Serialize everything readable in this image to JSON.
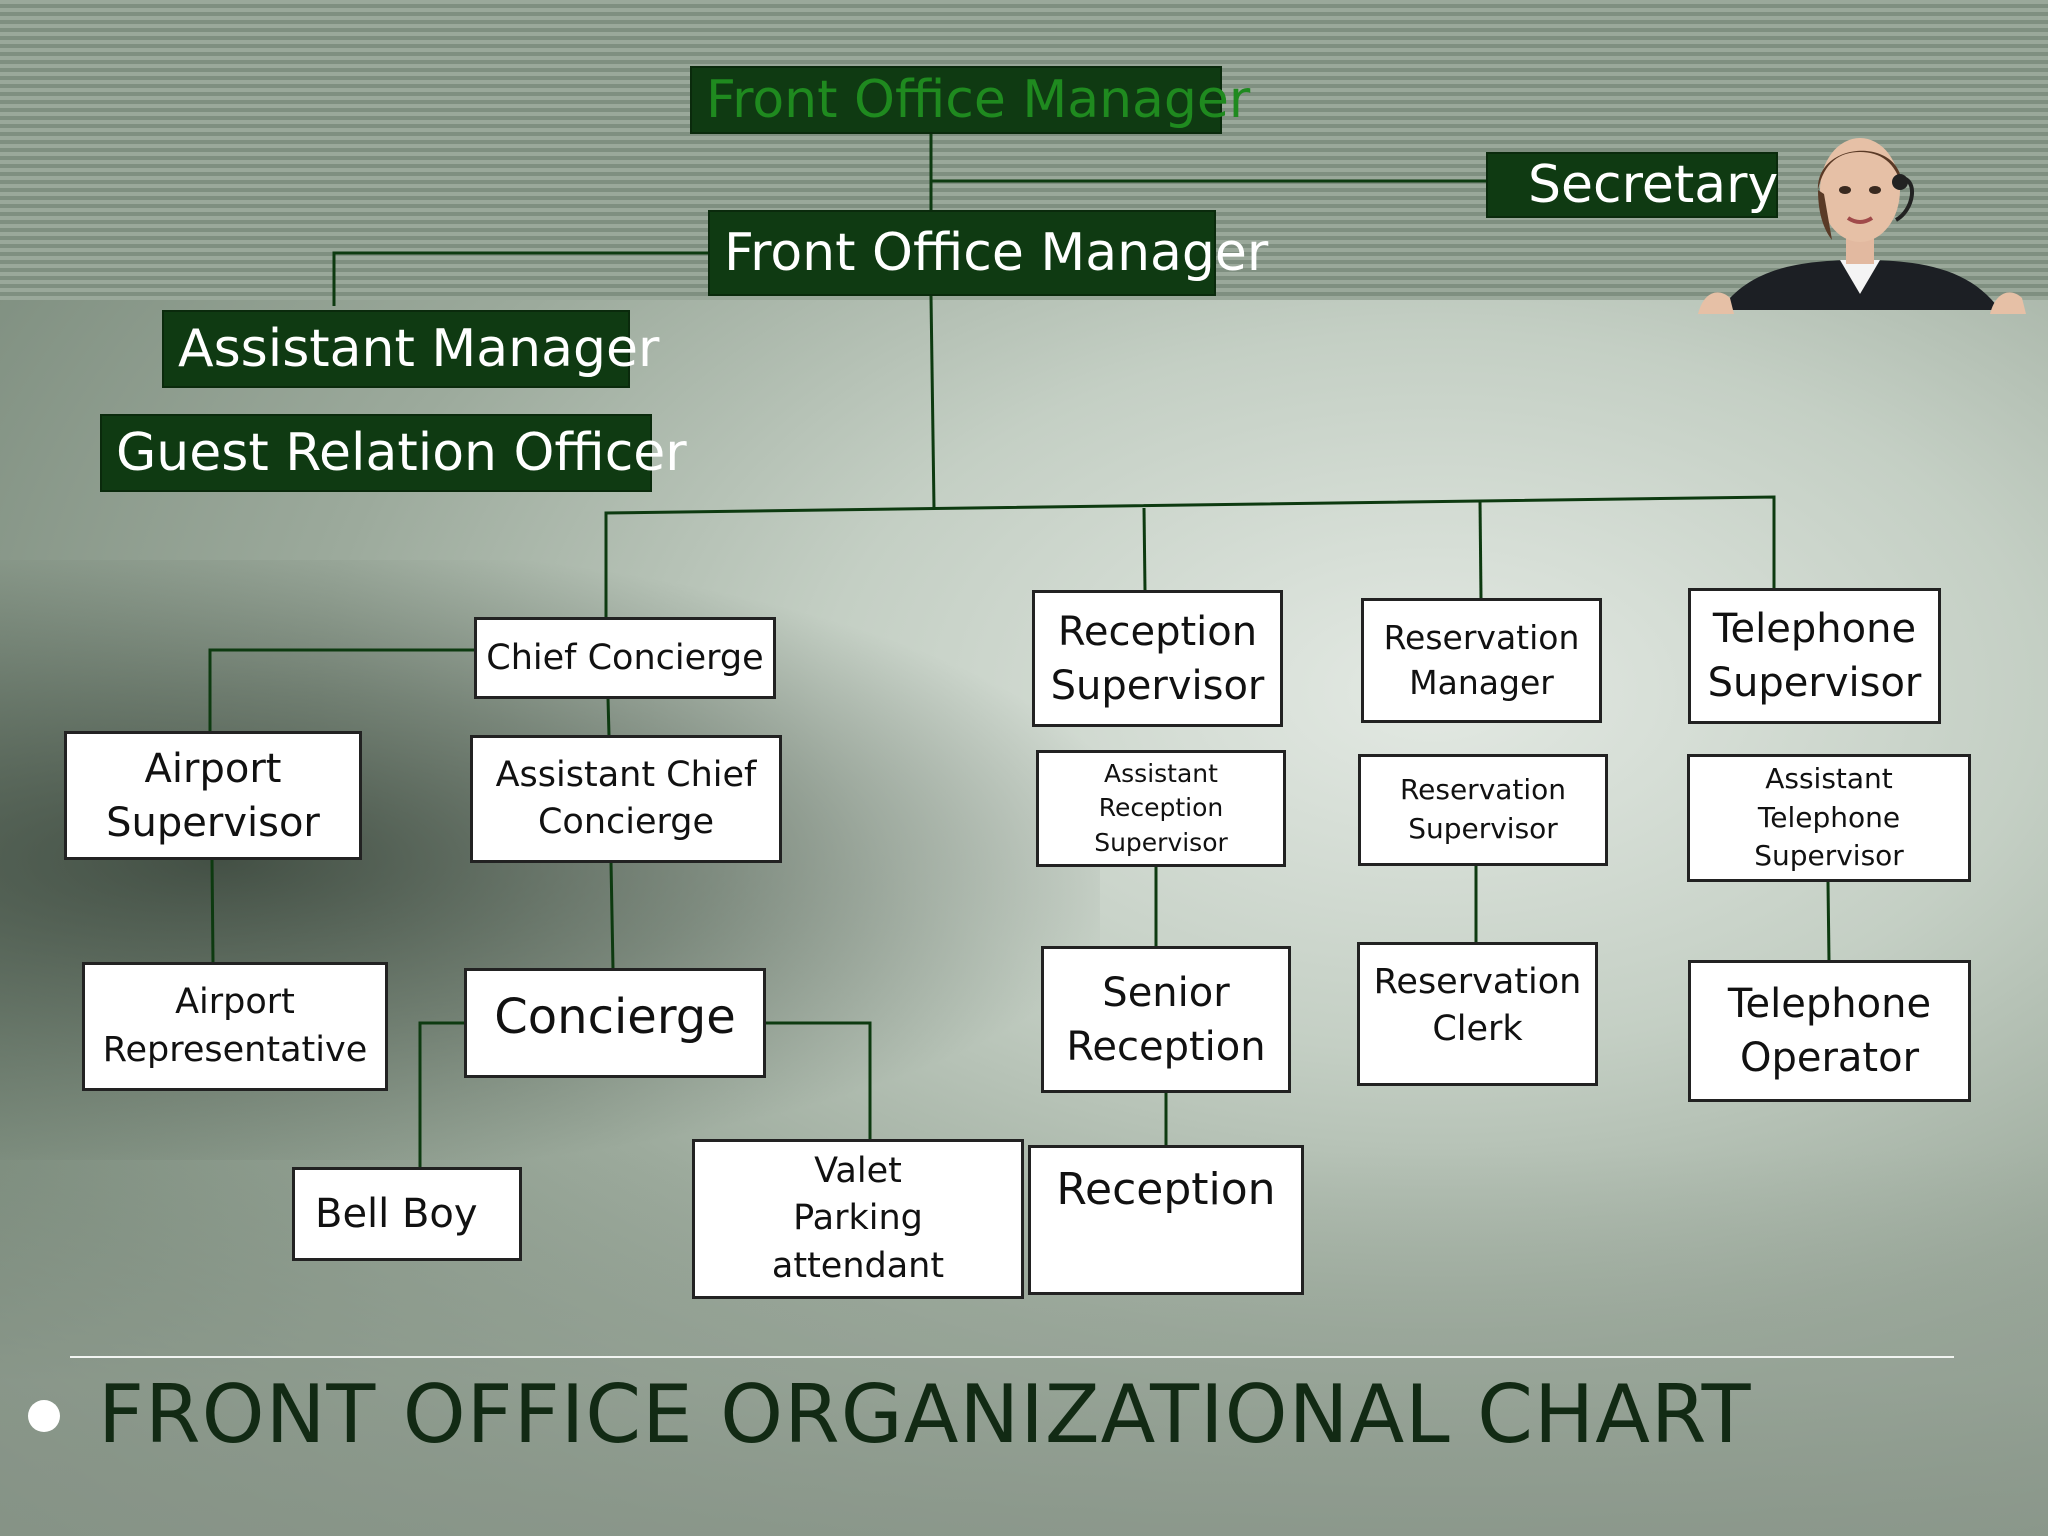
{
  "diagram": {
    "title": "FRONT OFFICE ORGANIZATIONAL CHART",
    "colors": {
      "dark_box_fill": "#0f3a12",
      "top_box_text": "#1f8a1f",
      "connector": "#0d3a10",
      "title_text": "#122a14"
    },
    "nodes": {
      "top_manager": "Front Office Manager",
      "secretary": "Secretary",
      "front_office_manager": "Front Office Manager",
      "assistant_manager": "Assistant Manager",
      "guest_relation_officer": "Guest Relation Officer",
      "chief_concierge": "Chief Concierge",
      "airport_supervisor": "Airport\nSupervisor",
      "assistant_chief_concierge": "Assistant Chief\nConcierge",
      "airport_representative": "Airport\nRepresentative",
      "concierge": "Concierge",
      "bell_boy": "Bell Boy",
      "valet_parking_attendant": "Valet\nParking\nattendant",
      "reception_supervisor": "Reception\nSupervisor",
      "assistant_reception_supervisor": "Assistant\nReception\nSupervisor",
      "senior_reception": "Senior\nReception",
      "reception": "Reception",
      "reservation_manager": "Reservation\nManager",
      "reservation_supervisor": "Reservation\nSupervisor",
      "reservation_clerk": "Reservation\nClerk",
      "telephone_supervisor": "Telephone\nSupervisor",
      "assistant_telephone_supervisor": "Assistant\nTelephone\nSupervisor",
      "telephone_operator": "Telephone\nOperator"
    }
  }
}
